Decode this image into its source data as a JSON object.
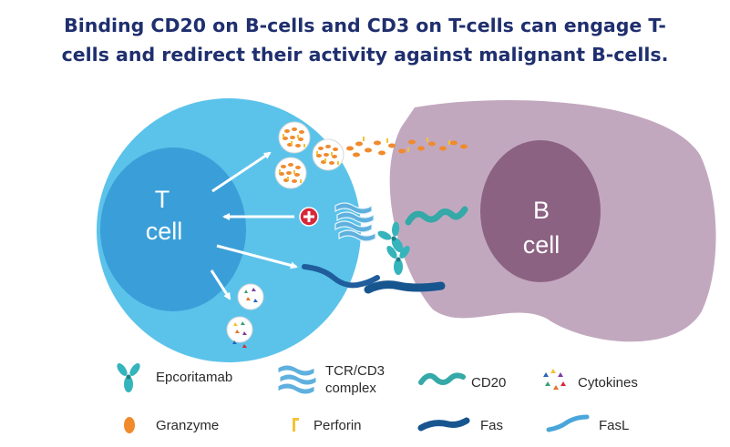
{
  "title": {
    "line1": "Binding CD20 on B-cells and CD3 on T-cells can engage T-",
    "line2": "cells and redirect their activity against malignant B-cells."
  },
  "cells": {
    "t_cell": {
      "line1": "T",
      "line2": "cell"
    },
    "b_cell": {
      "line1": "B",
      "line2": "cell"
    }
  },
  "legend": {
    "epcoritamab": "Epcoritamab",
    "tcr_line1": "TCR/CD3",
    "tcr_line2": "complex",
    "cd20": "CD20",
    "cytokines": "Cytokines",
    "granzyme": "Granzyme",
    "perforin": "Perforin",
    "fas": "Fas",
    "fasl": "FasL"
  },
  "colors": {
    "title": "#1f2f6e",
    "t_cell_outer": "#5bc3ea",
    "t_cell_inner": "#3a9fd8",
    "b_cell_outer": "#c2a8bf",
    "b_cell_inner": "#8c6283",
    "antibody": "#35b4bc",
    "fas": "#1a5a93",
    "fasl": "#4aa6da",
    "granzyme": "#f08a2c",
    "perforin": "#f2c335",
    "activation_badge": "#d62839"
  }
}
